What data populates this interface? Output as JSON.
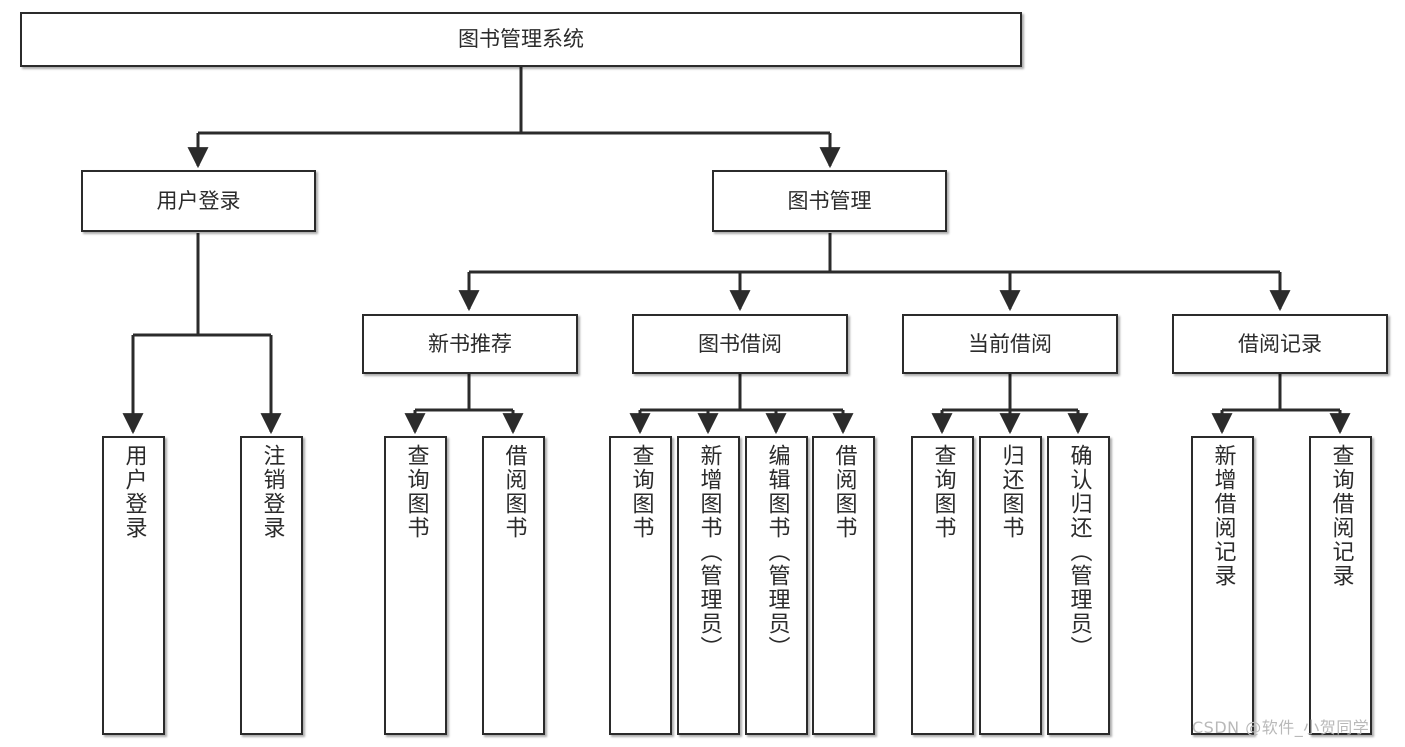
{
  "diagram": {
    "title": "图书管理系统",
    "type": "tree-hierarchy-diagram",
    "colors": {
      "box_border": "#2b2b2b",
      "box_fill": "#ffffff",
      "edge": "#2b2b2b",
      "text": "#2b2b2b",
      "watermark": "#b9b9b9",
      "background": "#ffffff"
    },
    "root": {
      "label": "图书管理系统"
    },
    "level2": [
      {
        "label": "用户登录"
      },
      {
        "label": "图书管理"
      }
    ],
    "level3": [
      {
        "label": "新书推荐"
      },
      {
        "label": "图书借阅"
      },
      {
        "label": "当前借阅"
      },
      {
        "label": "借阅记录"
      }
    ],
    "leaves": {
      "user_login": [
        {
          "label": "用户登录"
        },
        {
          "label": "注销登录"
        }
      ],
      "new_book_recommend": [
        {
          "label": "查询图书"
        },
        {
          "label": "借阅图书"
        }
      ],
      "book_borrow": [
        {
          "label": "查询图书"
        },
        {
          "label": "新增图书（管理员）"
        },
        {
          "label": "编辑图书（管理员）"
        },
        {
          "label": "借阅图书"
        }
      ],
      "current_borrow": [
        {
          "label": "查询图书"
        },
        {
          "label": "归还图书"
        },
        {
          "label": "确认归还（管理员）"
        }
      ],
      "borrow_record": [
        {
          "label": "新增借阅记录"
        },
        {
          "label": "查询借阅记录"
        }
      ]
    },
    "watermark": "CSDN @软件_小贺同学"
  }
}
